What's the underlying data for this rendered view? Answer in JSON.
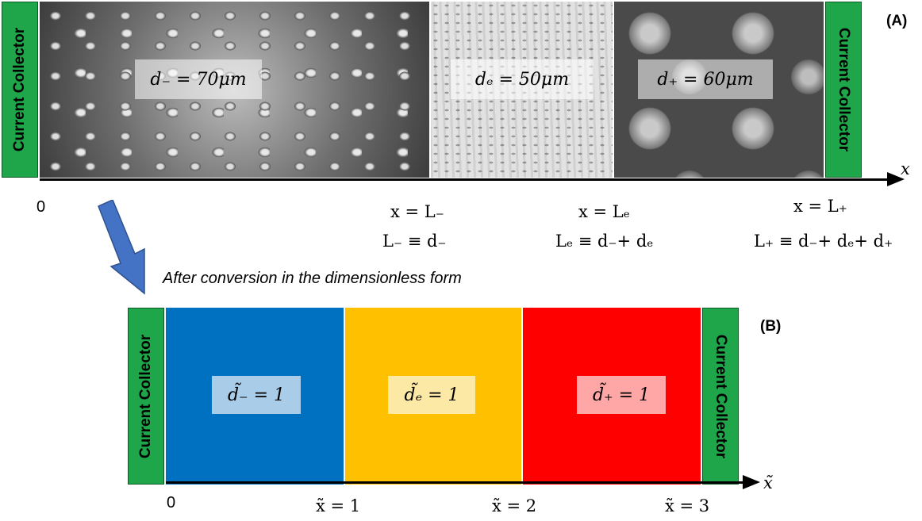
{
  "panel_a": {
    "tag": "(A)",
    "left_collector": "Current Collector",
    "right_collector": "Current Collector",
    "anode_thickness": "d₋ = 70μm",
    "separator_thickness": "dₑ = 50μm",
    "cathode_thickness": "d₊ = 60μm",
    "axis_label": "x",
    "origin": "0",
    "boundaries": [
      {
        "position": "x = L₋",
        "definition": "L₋ ≡ d₋"
      },
      {
        "position": "x = Lₑ",
        "definition": "Lₑ ≡ d₋+ dₑ"
      },
      {
        "position": "x = L₊",
        "definition": "L₊ ≡ d₋+ dₑ+ d₊"
      }
    ]
  },
  "transition_text": "After conversion in the dimensionless form",
  "panel_b": {
    "tag": "(B)",
    "left_collector": "Current Collector",
    "right_collector": "Current Collector",
    "regions": [
      {
        "label": "d̃₋ = 1",
        "color": "#0070c0",
        "label_bg": "#a9cce9"
      },
      {
        "label": "d̃ₑ = 1",
        "color": "#ffc000",
        "label_bg": "#fde9a6"
      },
      {
        "label": "d̃₊ = 1",
        "color": "#ff0000",
        "label_bg": "#ffa6a6"
      }
    ],
    "axis_label": "x̃",
    "origin": "0",
    "ticks": [
      "x̃ = 1",
      "x̃ = 2",
      "x̃ = 3"
    ]
  },
  "colors": {
    "collector": "#1fa64a",
    "transition_arrow": "#4472c4"
  }
}
